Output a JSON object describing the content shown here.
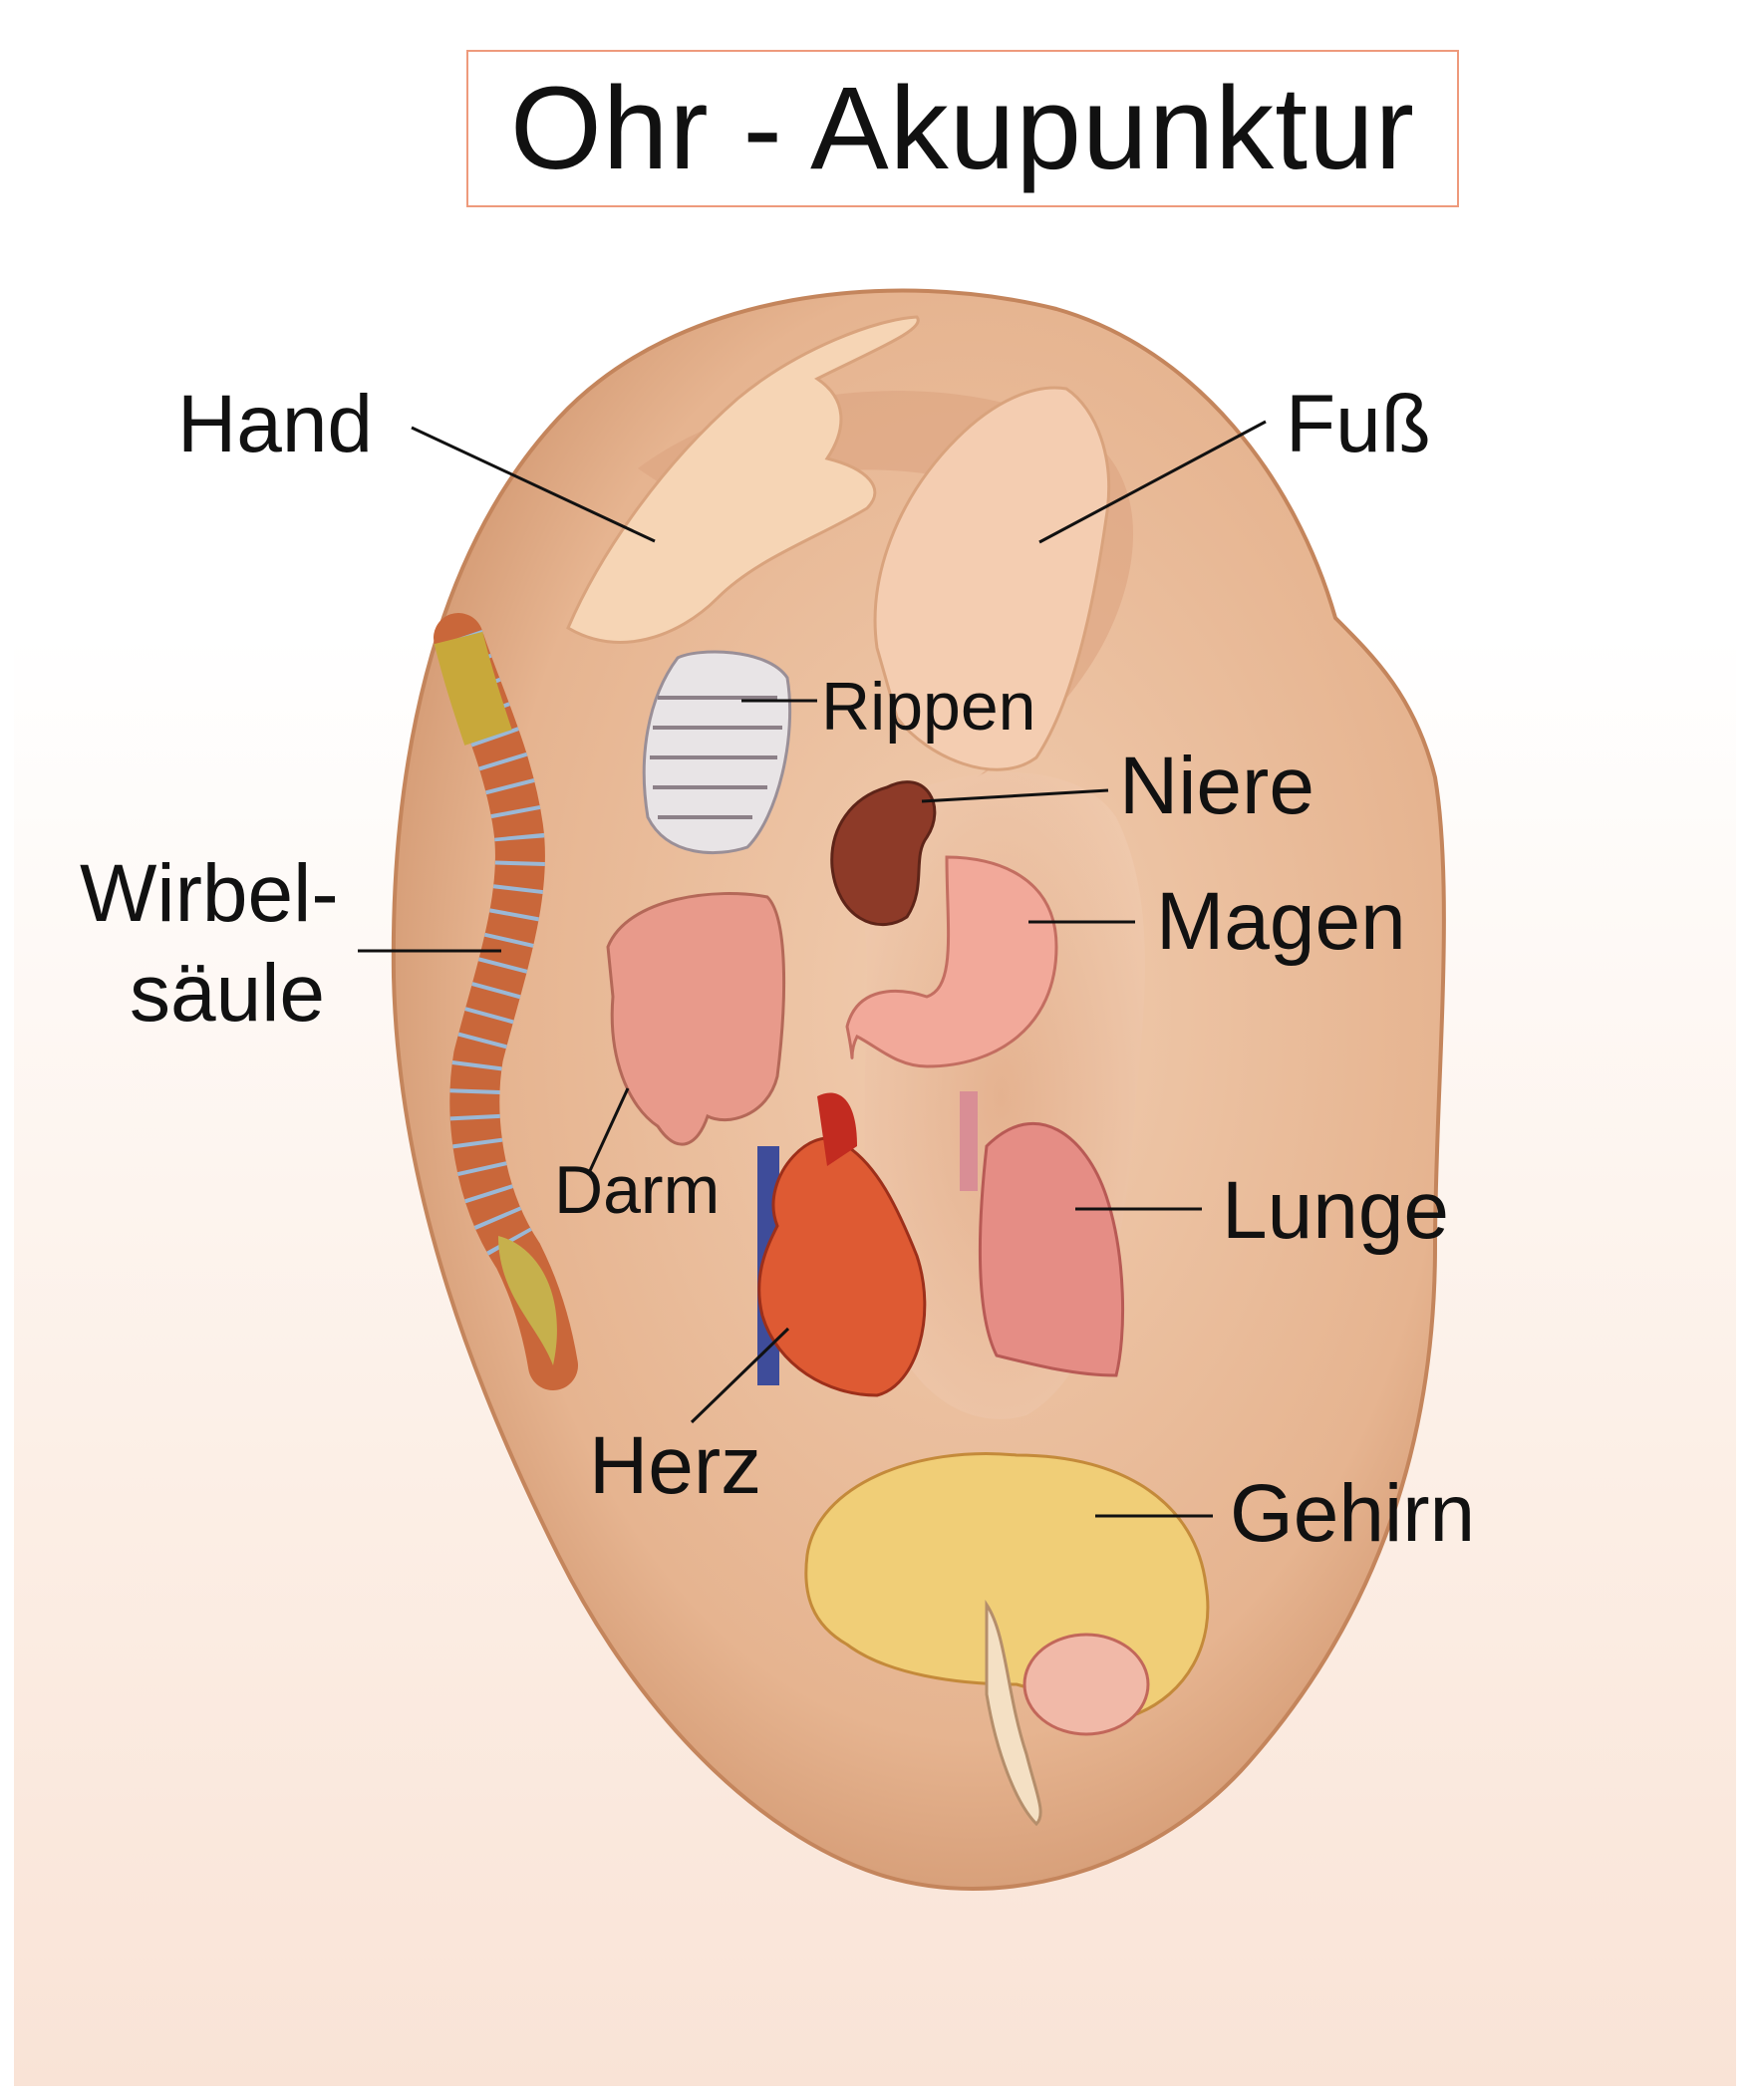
{
  "title": "Ohr - Akupunktur",
  "labels": {
    "hand": "Hand",
    "fuss": "Fuß",
    "rippen": "Rippen",
    "niere": "Niere",
    "magen": "Magen",
    "wirbel_line1": "Wirbel-",
    "wirbel_line2": "säule",
    "darm": "Darm",
    "lunge": "Lunge",
    "herz": "Herz",
    "gehirn": "Gehirn"
  },
  "colors": {
    "title_border": "#ee9a7c",
    "ear_skin": "#e9b996",
    "ear_edge": "#c98b63"
  }
}
